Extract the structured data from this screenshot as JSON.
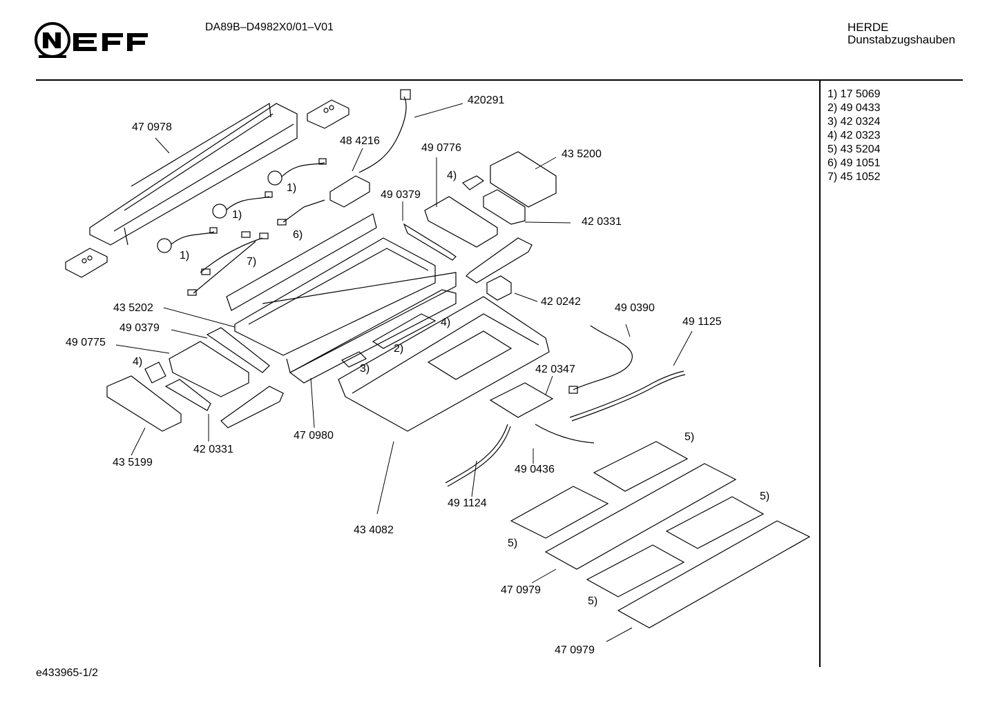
{
  "header": {
    "brand": "NEFF",
    "model_code": "DA89B–D4982X0/01–V01",
    "category_line1": "HERDE",
    "category_line2": "Dunstabzugshauben"
  },
  "legend": [
    "1) 17 5069",
    "2) 49 0433",
    "3) 42 0324",
    "4) 42 0323",
    "5) 43 5204",
    "6) 49 1051",
    "7) 45 1052"
  ],
  "parts": {
    "p420291": "420291",
    "p470978": "47 0978",
    "p484216": "48 4216",
    "p490776": "49 0776",
    "p435200": "43 5200",
    "p490379a": "49 0379",
    "p420331a": "42 0331",
    "p420242": "42 0242",
    "p490390": "49 0390",
    "p491125": "49 1125",
    "p435202": "43 5202",
    "p490379b": "49 0379",
    "p490775": "49 0775",
    "p420347": "42 0347",
    "p470980": "47 0980",
    "p420331b": "42 0331",
    "p435199": "43 5199",
    "p490436": "49 0436",
    "p491124": "49 1124",
    "p434082": "43 4082",
    "p470979a": "47 0979",
    "p470979b": "47 0979"
  },
  "callouts": {
    "c1a": "1)",
    "c1b": "1)",
    "c1c": "1)",
    "c6": "6)",
    "c7": "7)",
    "c4a": "4)",
    "c4b": "4)",
    "c4c": "4)",
    "c2": "2)",
    "c3": "3)",
    "c5a": "5)",
    "c5b": "5)",
    "c5c": "5)",
    "c5d": "5)"
  },
  "footer": {
    "doc_id": "e433965-1/2"
  }
}
